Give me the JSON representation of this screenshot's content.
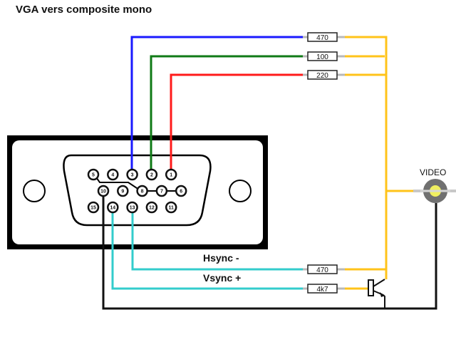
{
  "title": "VGA vers composite mono",
  "colors": {
    "red": "#ff1a1a",
    "green": "#0f7a16",
    "blue": "#1a1aff",
    "sync": "#33cccc",
    "output": "#ffc31a",
    "ground": "#111111",
    "lead": "#b8b8b8"
  },
  "connector": {
    "type": "VGA DE-15",
    "pins_row1": [
      "5",
      "4",
      "3",
      "2",
      "1"
    ],
    "pins_row2": [
      "10",
      "9",
      "8",
      "7",
      "6"
    ],
    "pins_row3": [
      "15",
      "14",
      "13",
      "12",
      "11"
    ]
  },
  "resistors": [
    {
      "label": "470",
      "signal": "blue",
      "pin": "3"
    },
    {
      "label": "100",
      "signal": "green",
      "pin": "2"
    },
    {
      "label": "220",
      "signal": "red",
      "pin": "1"
    },
    {
      "label": "470",
      "signal": "hsync",
      "pin": "13"
    },
    {
      "label": "4k7",
      "signal": "vsync",
      "pin": "14"
    }
  ],
  "labels": {
    "hsync": "Hsync -",
    "vsync": "Vsync +",
    "video": "VIDEO"
  },
  "components": {
    "transistor": "NPN transistor",
    "output_jack": "RCA video jack"
  }
}
